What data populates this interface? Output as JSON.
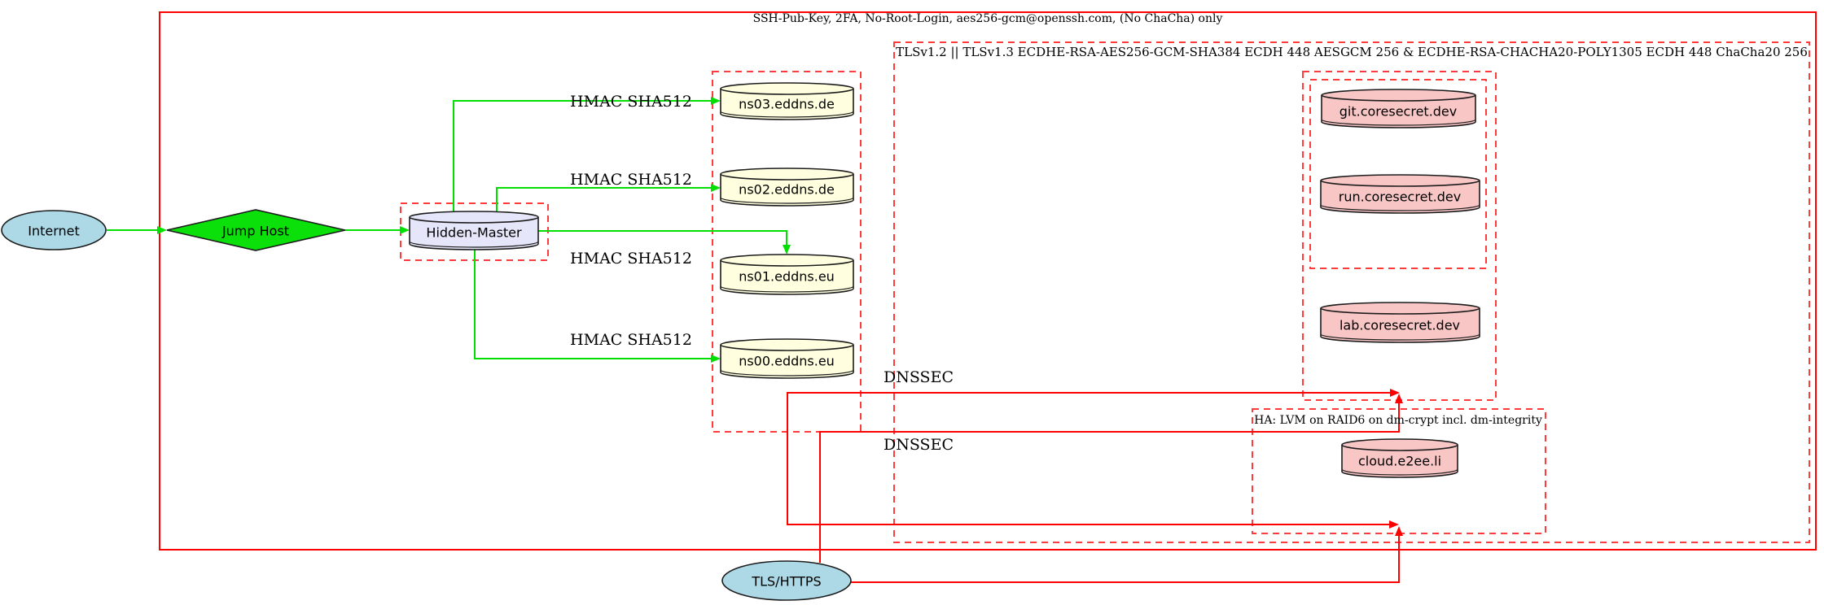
{
  "clusters": {
    "ssh": {
      "title": "SSH-Pub-Key, 2FA, No-Root-Login, aes256-gcm@openssh.com, (No ChaCha) only"
    },
    "tls": {
      "title": "TLSv1.2 || TLSv1.3 ECDHE-RSA-AES256-GCM-SHA384 ECDH 448 AESGCM 256 & ECDHE-RSA-CHACHA20-POLY1305 ECDH 448 ChaCha20 256"
    },
    "ha": {
      "title": "HA: LVM on RAID6 on dm-crypt incl. dm-integrity"
    }
  },
  "nodes": {
    "internet": {
      "label": "Internet",
      "shape": "ellipse",
      "fill": "#add8e6"
    },
    "jump_host": {
      "label": "Jump Host",
      "shape": "diamond",
      "fill": "#0be00b"
    },
    "hidden_master": {
      "label": "Hidden-Master",
      "shape": "cylinder",
      "fill": "#e6e6fa"
    },
    "ns03": {
      "label": "ns03.eddns.de",
      "shape": "cylinder",
      "fill": "#ffffe0"
    },
    "ns02": {
      "label": "ns02.eddns.de",
      "shape": "cylinder",
      "fill": "#ffffe0"
    },
    "ns01": {
      "label": "ns01.eddns.eu",
      "shape": "cylinder",
      "fill": "#ffffe0"
    },
    "ns00": {
      "label": "ns00.eddns.eu",
      "shape": "cylinder",
      "fill": "#ffffe0"
    },
    "git": {
      "label": "git.coresecret.dev",
      "shape": "cylinder",
      "fill": "#f9c6c6"
    },
    "run": {
      "label": "run.coresecret.dev",
      "shape": "cylinder",
      "fill": "#f9c6c6"
    },
    "lab": {
      "label": "lab.coresecret.dev",
      "shape": "cylinder",
      "fill": "#f9c6c6"
    },
    "cloud": {
      "label": "cloud.e2ee.li",
      "shape": "cylinder",
      "fill": "#f9c6c6"
    },
    "tls_https": {
      "label": "TLS/HTTPS",
      "shape": "ellipse",
      "fill": "#add8e6"
    }
  },
  "edge_labels": {
    "hmac_ns03": "HMAC SHA512",
    "hmac_ns02": "HMAC SHA512",
    "hmac_ns01": "HMAC SHA512",
    "hmac_ns00": "HMAC SHA512",
    "dnssec_upper": "DNSSEC",
    "dnssec_lower": "DNSSEC"
  },
  "colors": {
    "secure_edge_green": "#00df00",
    "tls_edge_red": "#fe0000",
    "cluster_dash_red": "#ff3b3b",
    "node_outline": "#1c1c1c",
    "fill_lightblue": "#add8e6",
    "fill_lightyellow": "#ffffe0",
    "fill_pink": "#f9c6c6",
    "fill_lavender": "#e6e6fa",
    "fill_green": "#0be00b"
  }
}
